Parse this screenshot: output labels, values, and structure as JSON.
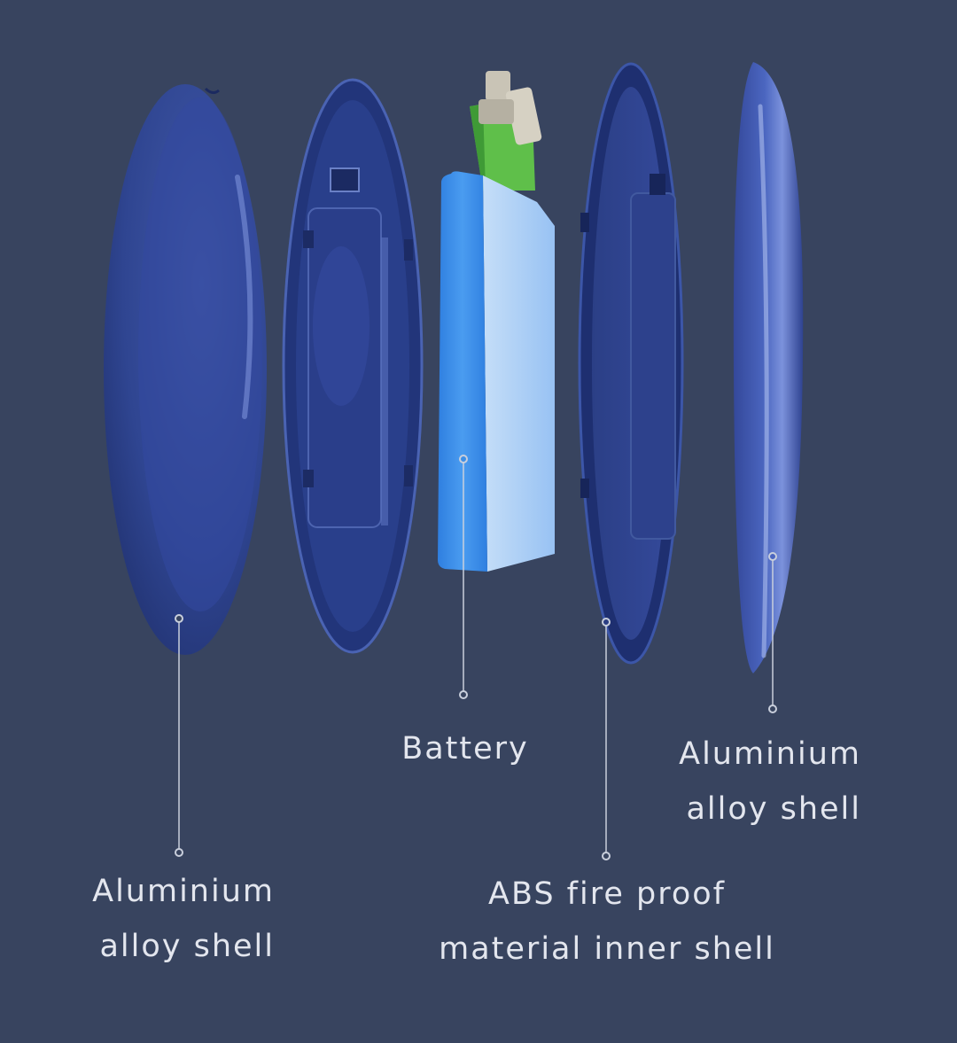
{
  "colors": {
    "background": "#38445f",
    "shell_blue": "#2f4591",
    "inner_shell": "#2a3d83",
    "battery_blue": "#3d8fe6",
    "battery_light": "#a9d0f8",
    "pcb_green": "#5fbf4a",
    "connector_metal": "#c9c4b6",
    "callout_line": "#c9cfdc",
    "label_text": "#e3e6ee"
  },
  "parts": [
    {
      "id": "left-shell",
      "label_lines": [
        "Aluminium",
        "alloy shell"
      ]
    },
    {
      "id": "battery",
      "label_lines": [
        "Battery"
      ]
    },
    {
      "id": "inner-shell",
      "label_lines": [
        "ABS fire proof",
        "material inner shell"
      ]
    },
    {
      "id": "right-shell",
      "label_lines": [
        "Aluminium",
        "alloy shell"
      ]
    }
  ]
}
